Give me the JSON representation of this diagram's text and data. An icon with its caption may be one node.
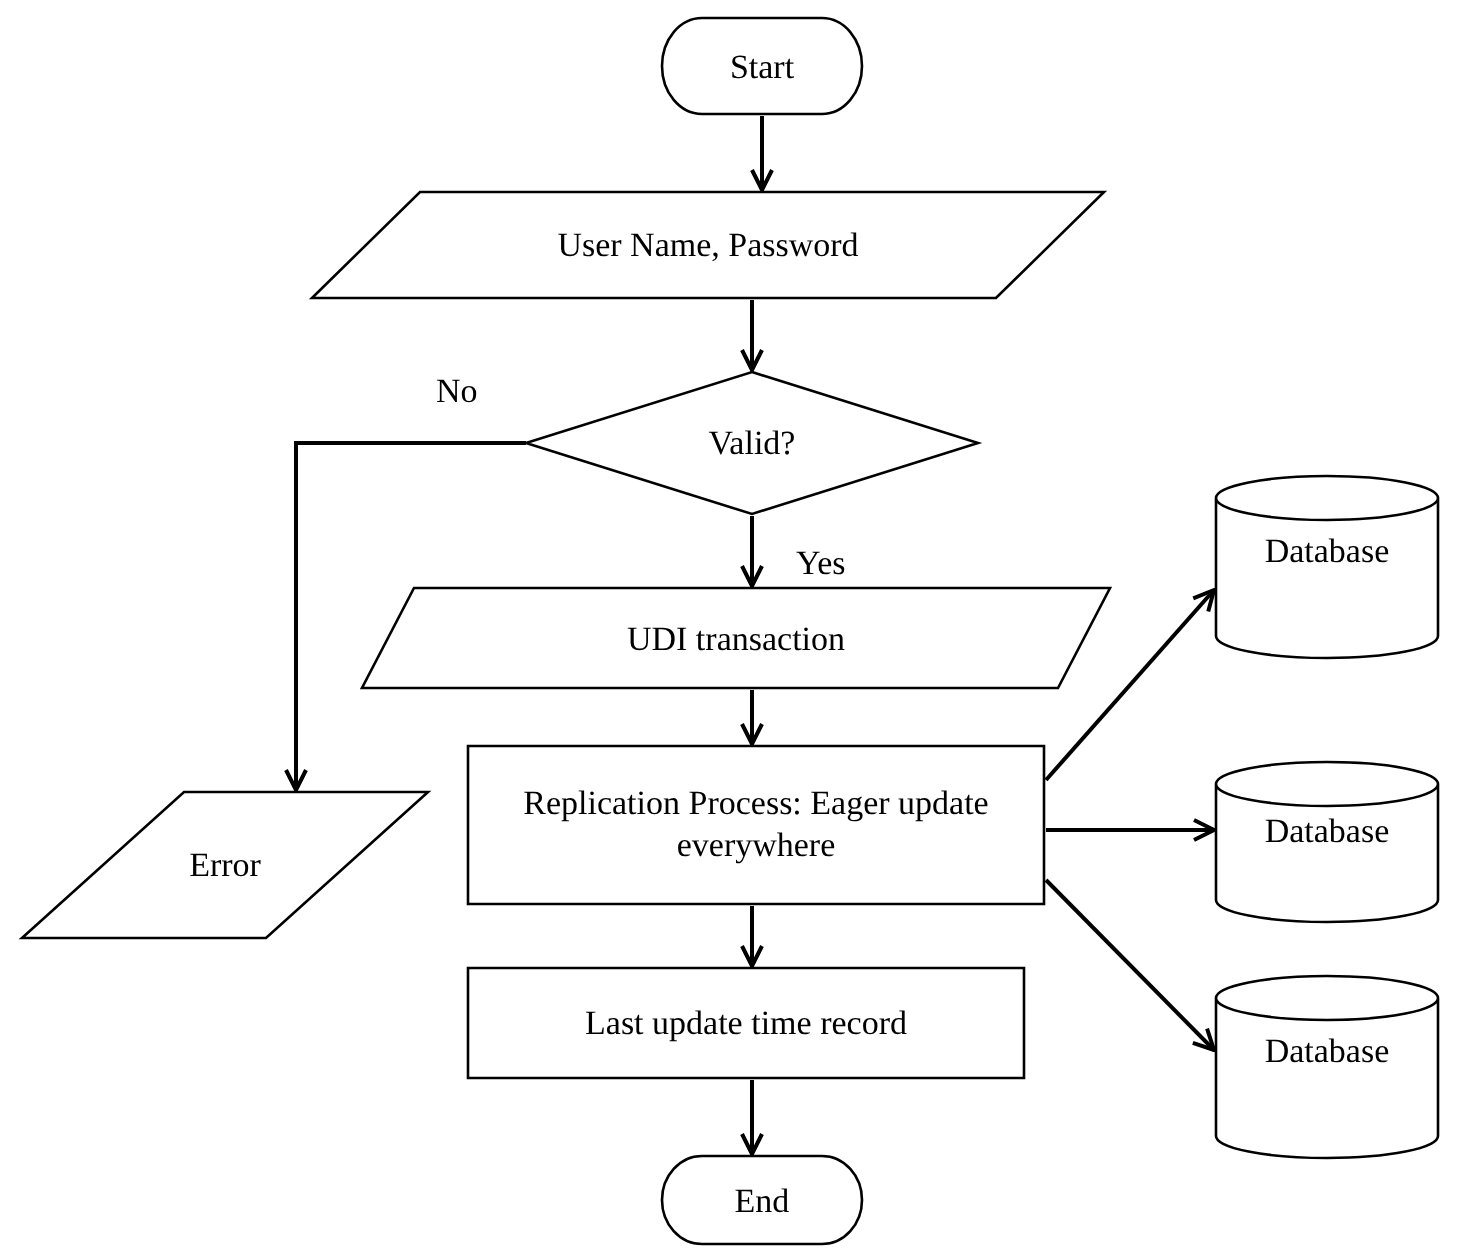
{
  "diagram": {
    "nodes": [
      {
        "text": [
          "Start"
        ]
      },
      {
        "text": [
          "User Name, Password"
        ]
      },
      {
        "text": [
          "Valid?"
        ]
      },
      {
        "text": [
          "UDI transaction"
        ]
      },
      {
        "text": [
          "Replication Process: Eager update everywhere"
        ]
      },
      {
        "text": [
          "Error"
        ]
      },
      {
        "text": [
          "Last update time record"
        ]
      },
      {
        "text": [
          "End"
        ]
      },
      {
        "text": [
          "Database"
        ]
      },
      {
        "text": [
          "Database"
        ]
      },
      {
        "text": [
          "Database"
        ]
      }
    ],
    "edges": [
      {
        "from": 0,
        "to": 1,
        "arrow": "to"
      },
      {
        "from": 1,
        "to": 2,
        "arrow": "to"
      },
      {
        "from": 2,
        "to": 5,
        "arrow": "to",
        "label": "No"
      },
      {
        "from": 2,
        "to": 3,
        "arrow": "to",
        "label": "Yes"
      },
      {
        "from": 3,
        "to": 4,
        "arrow": "to"
      },
      {
        "from": 4,
        "to": 6,
        "arrow": "to"
      },
      {
        "from": 6,
        "to": 7,
        "arrow": "to"
      },
      {
        "from": 4,
        "to": 8,
        "arrow": "to"
      },
      {
        "from": 4,
        "to": 9,
        "arrow": "to"
      },
      {
        "from": 4,
        "to": 10,
        "arrow": "to"
      }
    ]
  }
}
